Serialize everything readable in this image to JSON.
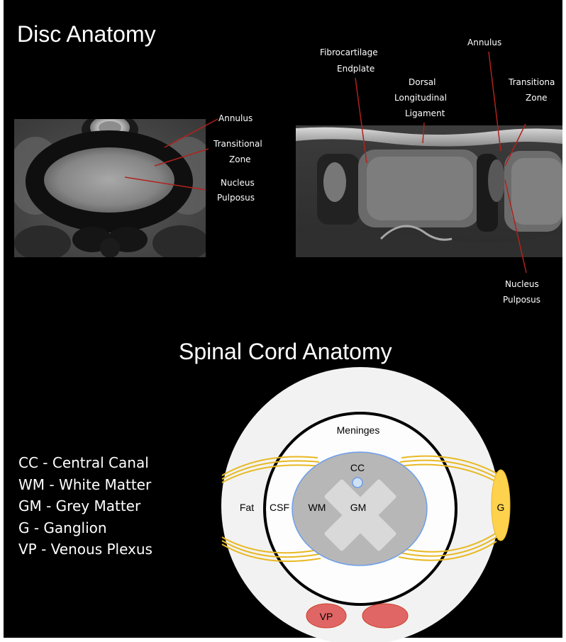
{
  "disc_title": "Disc Anatomy",
  "spinal_title": "Spinal Cord Anatomy",
  "axial_labels": {
    "annulus": "Annulus",
    "transitional_zone_1": "Transitional",
    "transitional_zone_2": "Zone",
    "nucleus_pulposus_1": "Nucleus",
    "nucleus_pulposus_2": "Pulposus"
  },
  "sagittal_labels": {
    "fibrocartilage_1": "Fibrocartilage",
    "fibrocartilage_2": "Endplate",
    "dorsal_1": "Dorsal",
    "dorsal_2": "Longitudinal",
    "dorsal_3": "Ligament",
    "annulus": "Annulus",
    "transitional_1": "Transitiona",
    "transitional_2": "Zone",
    "nucleus_1": "Nucleus",
    "nucleus_2": "Pulposus"
  },
  "diagram_labels": {
    "meninges": "Meninges",
    "cc": "CC",
    "fat": "Fat",
    "csf": "CSF",
    "wm": "WM",
    "gm": "GM",
    "g": "G",
    "vp": "VP"
  },
  "legend": [
    "CC - Central Canal",
    "WM - White Matter",
    "GM - Grey Matter",
    "G - Ganglion",
    "VP - Venous Plexus"
  ],
  "colors": {
    "background": "#000000",
    "leader_line": "#b0221c",
    "outer_circle": "#f2f2f2",
    "grey_matter": "#b7b7b7",
    "white_matter_fill": "#c9c9c9",
    "cord_outline": "#6d9eeb",
    "nerve_roots": "#e8b923",
    "ganglion": "#ffd24d",
    "venous_plexus": "#e06666",
    "central_canal": "#cfe2f3"
  }
}
